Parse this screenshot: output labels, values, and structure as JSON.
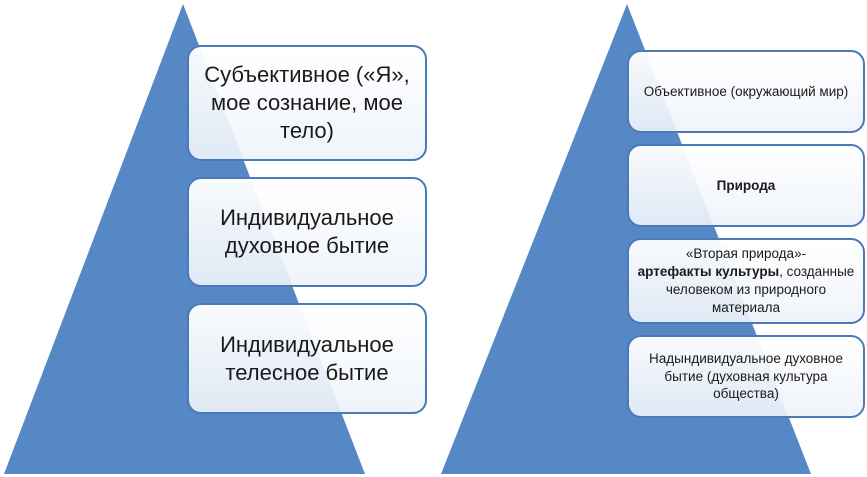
{
  "left_pyramid": {
    "levels": [
      {
        "text": "Субъективное («Я», мое сознание, мое тело)"
      },
      {
        "text": "Индивидуальное духовное бытие"
      },
      {
        "text": "Индивидуальное телесное бытие"
      }
    ]
  },
  "right_pyramid": {
    "levels": [
      {
        "text": "Объективное (окружающий мир)"
      },
      {
        "text": "Природа"
      },
      {
        "pre": "«Вторая природа»-",
        "bold": "артефакты культуры",
        "post": ", созданные человеком из природного материала"
      },
      {
        "text": "Надындивидуальное духовное бытие (духовная культура общества)"
      }
    ]
  },
  "colors": {
    "pyramid_fill": "#5588c4",
    "card_border": "#4a7ab8",
    "text": "#1a1a1a"
  }
}
